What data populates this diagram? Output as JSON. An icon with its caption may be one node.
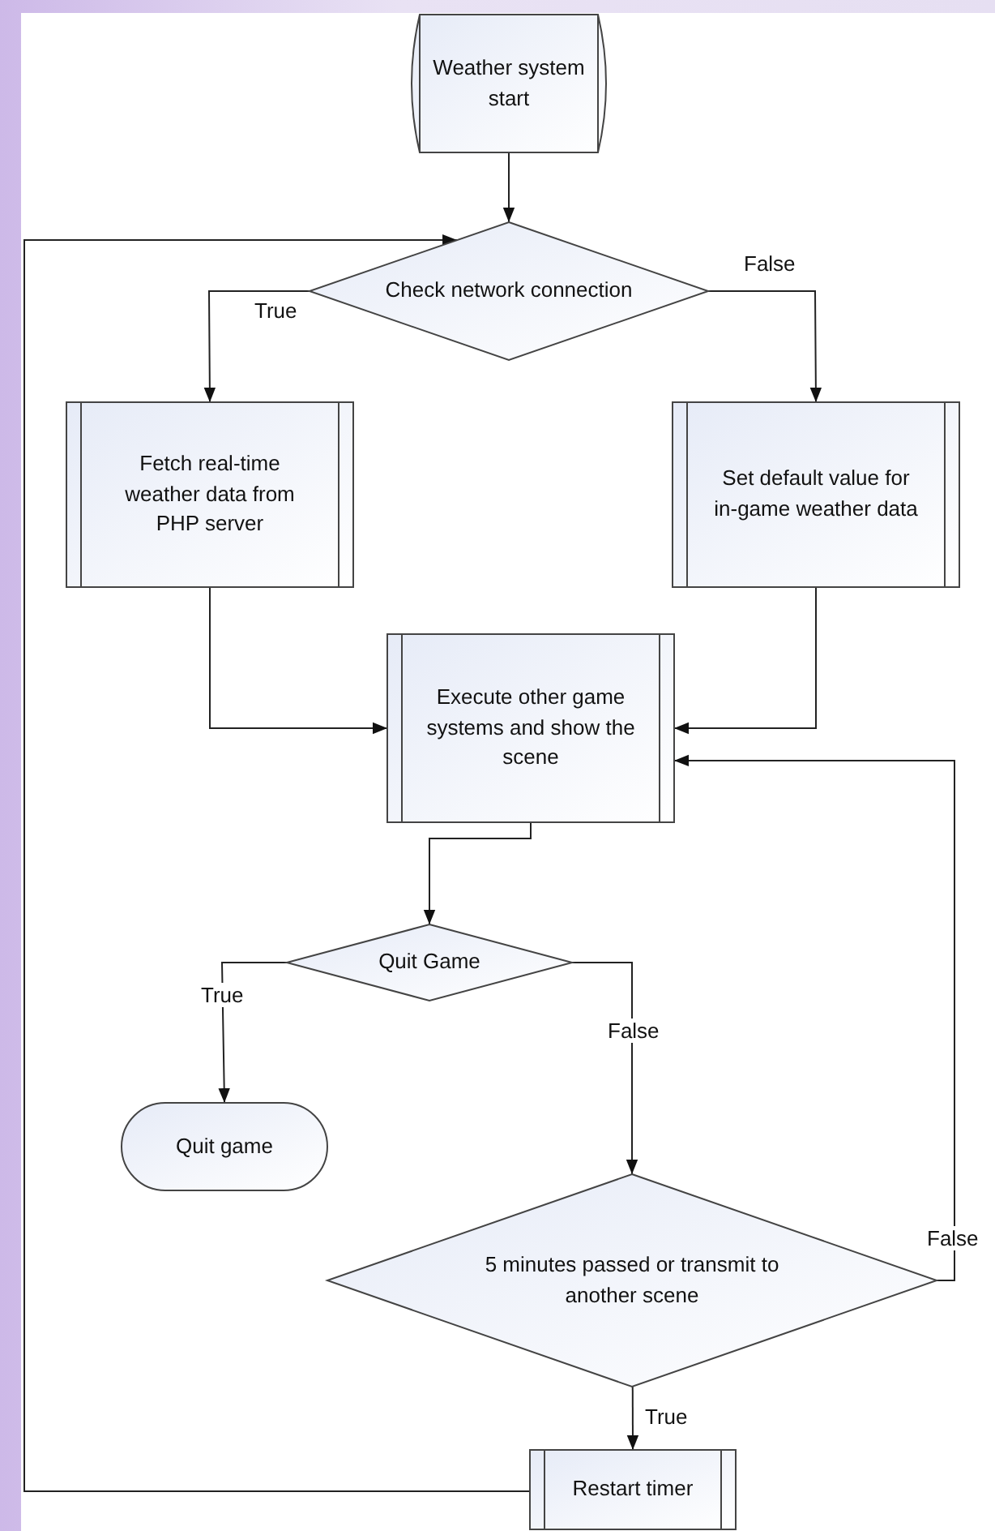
{
  "diagram": {
    "nodes": [
      {
        "text": [
          "Weather system start"
        ]
      },
      {
        "text": [
          "Check network connection"
        ]
      },
      {
        "text": [
          "Fetch real-time weather data from PHP server"
        ]
      },
      {
        "text": [
          "Set default value for in-game weather data"
        ]
      },
      {
        "text": [
          "Execute other game systems and show the scene"
        ]
      },
      {
        "text": [
          "Quit Game"
        ]
      },
      {
        "text": [
          "Quit game"
        ]
      },
      {
        "text": [
          "5 minutes passed or transmit to another scene"
        ]
      },
      {
        "text": [
          "Restart timer"
        ]
      }
    ],
    "edges": [
      {
        "from": 0,
        "to": 1,
        "arrow": "to"
      },
      {
        "from": 1,
        "to": 2,
        "arrow": "to",
        "label": "True"
      },
      {
        "from": 1,
        "to": 3,
        "arrow": "to",
        "label": "False"
      },
      {
        "from": 2,
        "to": 4,
        "arrow": "to"
      },
      {
        "from": 3,
        "to": 4,
        "arrow": "to"
      },
      {
        "from": 4,
        "to": 5,
        "arrow": "to"
      },
      {
        "from": 5,
        "to": 6,
        "arrow": "to",
        "label": "True"
      },
      {
        "from": 5,
        "to": 7,
        "arrow": "to",
        "label": "False"
      },
      {
        "from": 7,
        "to": 4,
        "arrow": "to",
        "label": "False"
      },
      {
        "from": 7,
        "to": 8,
        "arrow": "to",
        "label": "True"
      },
      {
        "from": 8,
        "to": 1,
        "arrow": "to"
      }
    ]
  }
}
